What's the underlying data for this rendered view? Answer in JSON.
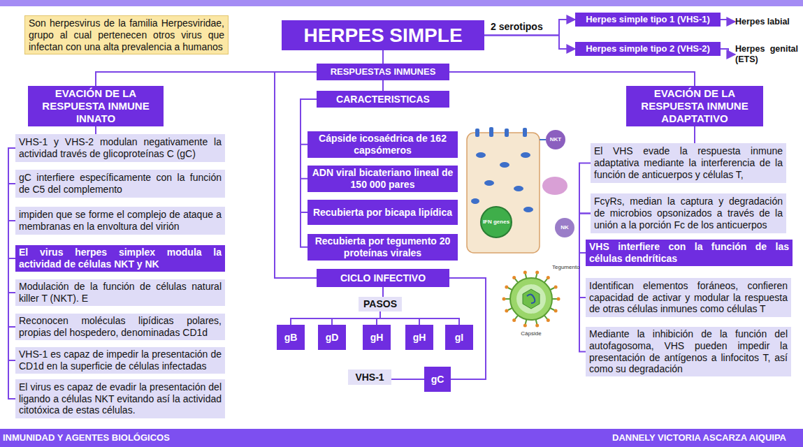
{
  "diagram": {
    "nodes": [
      {
        "text": [
          "Son herpesvirus de la familia Herpesviridae, grupo al cual pertenecen otros virus que infectan con una alta prevalencia a humanos"
        ]
      },
      {
        "text": [
          "HERPES SIMPLE"
        ]
      },
      {
        "text": [
          "Herpes simple tipo 1 (VHS-1)"
        ]
      },
      {
        "text": [
          "Herpes simple tipo 2 (VHS-2)"
        ]
      },
      {
        "text": [
          "Herpes labial"
        ]
      },
      {
        "text": [
          "Herpes genital (ETS)"
        ]
      },
      {
        "text": [
          "RESPUESTAS INMUNES"
        ]
      },
      {
        "text": [
          "EVACIÓN DE LA RESPUESTA INMUNE INNATO"
        ]
      },
      {
        "text": [
          "VHS-1 y VHS-2 modulan negativamente la actividad través de glicoproteínas C (gC)"
        ]
      },
      {
        "text": [
          "gC interfiere específicamente con la función de C5 del complemento"
        ]
      },
      {
        "text": [
          "impiden que se forme el complejo de ataque a membranas en la envoltura del virión"
        ]
      },
      {
        "text": [
          "El virus herpes simplex modula la actividad de células NKT y NK"
        ]
      },
      {
        "text": [
          "Modulación de la función de células natural killer T (NKT). E"
        ]
      },
      {
        "text": [
          "Reconocen moléculas lipídicas polares, propias del hospedero, denominadas CD1d"
        ]
      },
      {
        "text": [
          "VHS-1 es capaz de impedir la presentación de CD1d en la superficie de células infectadas"
        ]
      },
      {
        "text": [
          "El virus es capaz de evadir la presentación del ligando a células NKT evitando así la actividad citotóxica de estas células."
        ]
      },
      {
        "text": [
          "CARACTERISTICAS"
        ]
      },
      {
        "text": [
          "Cápside icosaédrica de 162 capsómeros"
        ]
      },
      {
        "text": [
          "ADN viral bicateriano lineal de 150 000 pares"
        ]
      },
      {
        "text": [
          "Recubierta por bicapa lipídica"
        ]
      },
      {
        "text": [
          "Recubierta por tegumento 20 proteínas virales"
        ]
      },
      {
        "text": [
          "CICLO INFECTIVO"
        ]
      },
      {
        "text": [
          "PASOS"
        ]
      },
      {
        "text": [
          "gB"
        ]
      },
      {
        "text": [
          "gD"
        ]
      },
      {
        "text": [
          "gH"
        ]
      },
      {
        "text": [
          "gH"
        ]
      },
      {
        "text": [
          "gI"
        ]
      },
      {
        "text": [
          "VHS-1"
        ]
      },
      {
        "text": [
          "gC"
        ]
      },
      {
        "text": [
          "EVACIÓN DE LA RESPUESTA INMUNE ADAPTATIVO"
        ]
      },
      {
        "text": [
          "El VHS evade la respuesta inmune adaptativa mediante la interferencia de la función de anticuerpos y células T,"
        ]
      },
      {
        "text": [
          "FcγRs, median la captura y degradación de microbios opsonizados a través de la unión a la porción Fc de los anticuerpos"
        ]
      },
      {
        "text": [
          "VHS interfiere con la función de las células dendríticas"
        ]
      },
      {
        "text": [
          "Identifican elementos foráneos, confieren capacidad de activar y modular la respuesta de otras células inmunes como células T"
        ]
      },
      {
        "text": [
          "Mediante la inhibición de la función del autofagosoma, VHS pueden impedir la presentación de antígenos a linfocitos T, así como su degradación"
        ]
      }
    ],
    "edges": [
      {
        "from": 1,
        "to": 2,
        "arrow": "to"
      },
      {
        "from": 1,
        "to": 3,
        "arrow": "to"
      },
      {
        "from": 2,
        "to": 4,
        "arrow": "to"
      },
      {
        "from": 3,
        "to": 5,
        "arrow": "to"
      },
      {
        "from": 1,
        "to": 6,
        "arrow": "none"
      },
      {
        "from": 6,
        "to": 7,
        "arrow": "none"
      },
      {
        "from": 6,
        "to": 16,
        "arrow": "none"
      },
      {
        "from": 6,
        "to": 21,
        "arrow": "none"
      },
      {
        "from": 6,
        "to": 30,
        "arrow": "none"
      },
      {
        "from": 7,
        "to": 8,
        "arrow": "none"
      },
      {
        "from": 8,
        "to": 9,
        "arrow": "none"
      },
      {
        "from": 9,
        "to": 10,
        "arrow": "none"
      },
      {
        "from": 10,
        "to": 11,
        "arrow": "none"
      },
      {
        "from": 11,
        "to": 12,
        "arrow": "none"
      },
      {
        "from": 12,
        "to": 13,
        "arrow": "none"
      },
      {
        "from": 13,
        "to": 14,
        "arrow": "none"
      },
      {
        "from": 14,
        "to": 15,
        "arrow": "none"
      },
      {
        "from": 16,
        "to": 17,
        "arrow": "none"
      },
      {
        "from": 16,
        "to": 18,
        "arrow": "none"
      },
      {
        "from": 16,
        "to": 19,
        "arrow": "none"
      },
      {
        "from": 16,
        "to": 20,
        "arrow": "none"
      },
      {
        "from": 21,
        "to": 22,
        "arrow": "none"
      },
      {
        "from": 22,
        "to": 23,
        "arrow": "none"
      },
      {
        "from": 22,
        "to": 24,
        "arrow": "none"
      },
      {
        "from": 22,
        "to": 25,
        "arrow": "none"
      },
      {
        "from": 22,
        "to": 26,
        "arrow": "none"
      },
      {
        "from": 22,
        "to": 27,
        "arrow": "none"
      },
      {
        "from": 21,
        "to": 29,
        "arrow": "none"
      },
      {
        "from": 29,
        "to": 28,
        "arrow": "none"
      },
      {
        "from": 30,
        "to": 31,
        "arrow": "none"
      },
      {
        "from": 31,
        "to": 32,
        "arrow": "none"
      },
      {
        "from": 32,
        "to": 33,
        "arrow": "none"
      },
      {
        "from": 33,
        "to": 34,
        "arrow": "none"
      },
      {
        "from": 34,
        "to": 35,
        "arrow": "none"
      }
    ],
    "labels": [
      "2 serotipos",
      "IFN genes",
      "NKT",
      "NK",
      "Cápside",
      "Tegumento",
      "INMUNIDAD Y AGENTES BIOLÓGICOS",
      "DANNELY VICTORIA ASCARZA AIQUIPA"
    ]
  }
}
